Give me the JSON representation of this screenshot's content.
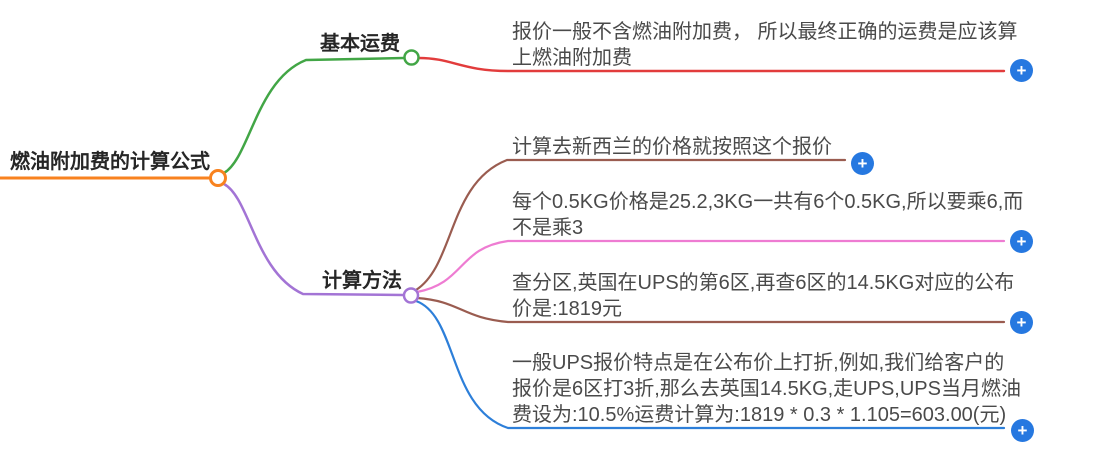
{
  "app": {
    "type": "mindmap"
  },
  "colors": {
    "background": "#ffffff",
    "root_accent": "#f8821f",
    "branch_basic_freight": "#42a646",
    "branch_calculation": "#a374d5",
    "leaf_red": "#e23c3c",
    "leaf_brown": "#9a5c50",
    "leaf_pink": "#ee7cd2",
    "leaf_blue": "#2d7fd9",
    "add_button": "#2678e0",
    "node_text": "#262626",
    "leaf_text": "#4a4a4a"
  },
  "root": {
    "label": "燃油附加费的计算公式"
  },
  "branches": [
    {
      "label": "基本运费",
      "children": [
        {
          "text": "报价一般不含燃油附加费， 所以最终正确的运费是应该算\n上燃油附加费"
        }
      ]
    },
    {
      "label": "计算方法",
      "children": [
        {
          "text": "计算去新西兰的价格就按照这个报价"
        },
        {
          "text": "每个0.5KG价格是25.2,3KG一共有6个0.5KG,所以要乘6,而\n不是乘3"
        },
        {
          "text": "查分区,英国在UPS的第6区,再查6区的14.5KG对应的公布\n价是:1819元"
        },
        {
          "text": "一般UPS报价特点是在公布价上打折,例如,我们给客户的\n报价是6区打3折,那么去英国14.5KG,走UPS,UPS当月燃油\n费设为:10.5%运费计算为:1819 * 0.3 * 1.105=603.00(元)"
        }
      ]
    }
  ],
  "icons": {
    "add": "+"
  }
}
